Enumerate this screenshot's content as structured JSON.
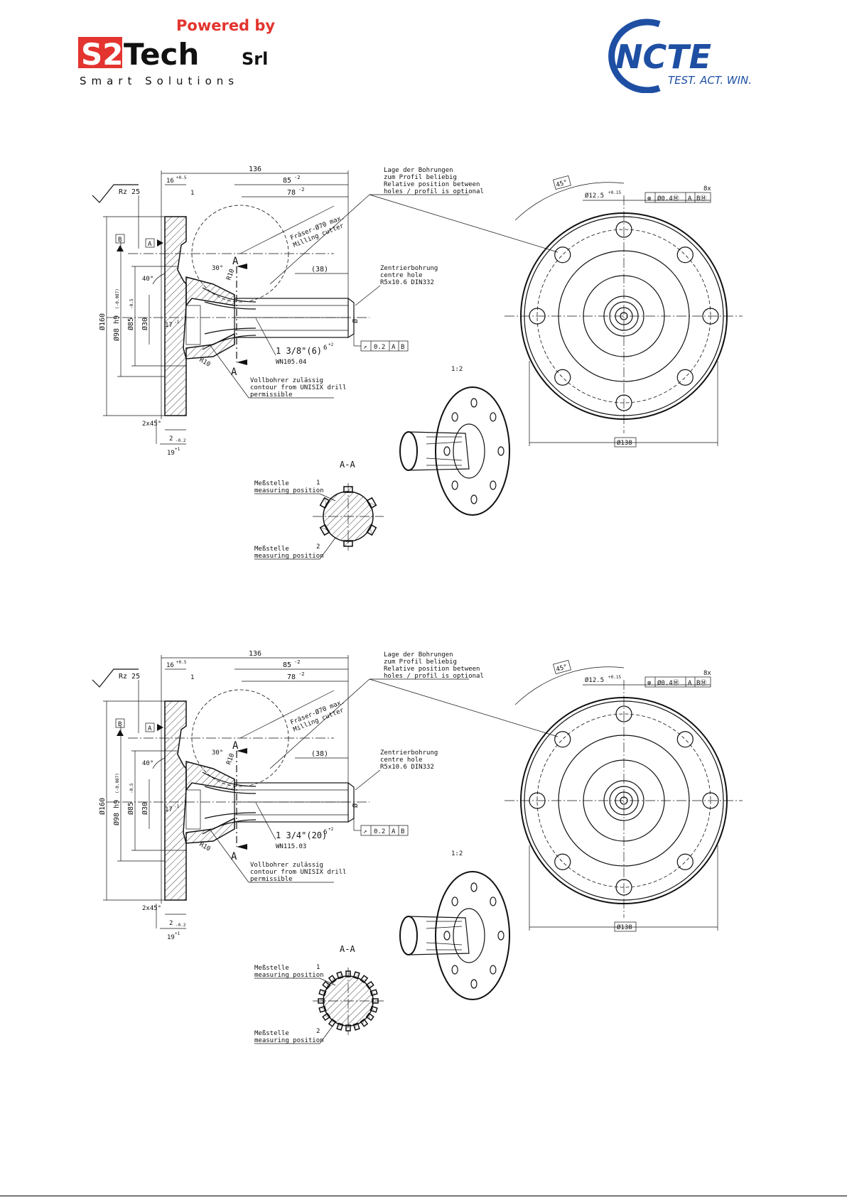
{
  "header": {
    "s2tech": {
      "powered_by": "Powered by",
      "brand_s2": "S2",
      "brand_tech": "Tech",
      "brand_srl": "Srl",
      "tagline": "Smart Solutions"
    },
    "ncte": {
      "brand": "NCTE",
      "slogan": "TEST. ACT. WIN."
    }
  },
  "drawings": [
    {
      "dims": {
        "overall": "136",
        "d85": "85",
        "d85_tol": "-2",
        "d78": "78",
        "d78_tol": "-2",
        "d38": "(38)",
        "d16": "16",
        "d16_tol": "+0.5",
        "d1": "1",
        "d6": "6",
        "d6_tol": "+2",
        "d2": "2",
        "d2_tol": "-0.2",
        "d19": "19",
        "d19_tol": "+1",
        "chamfer": "2x45°"
      },
      "diameters": {
        "d160": "Ø160",
        "d98": "Ø98 h9",
        "d98_tol": "(-0.087)",
        "d85": "Ø85",
        "d85_tol": "-0.5",
        "d30": "Ø30",
        "d17": "17",
        "d17_tol": "-1",
        "d138": "Ø138",
        "dend": "Ø",
        "hole": "Ø12.5",
        "hole_tol": "+0.15"
      },
      "angles": {
        "a40": "40°",
        "a30": "30°",
        "a45": "45°"
      },
      "radii": {
        "r10a": "R10",
        "r10b": "R10"
      },
      "roughness": "Rz 25",
      "datums": {
        "a": "A",
        "b": "B"
      },
      "section_mark": "A",
      "section_title": "A-A",
      "scale": "1:2",
      "hole_count": "8x",
      "profile": {
        "label": "1 3/8\"(6)",
        "std": "WN105.04"
      },
      "position_tol": {
        "symbol": "⊕",
        "value": "Ø0.4Ⓜ",
        "a": "A",
        "b": "BⓂ"
      },
      "runout_tol": {
        "symbol": "↗",
        "value": "0.2",
        "a": "A",
        "b": "B"
      },
      "notes": {
        "bore_1": "Lage der Bohrungen",
        "bore_2": "zum Profil beliebig",
        "bore_3": "Relative position between",
        "bore_4": "holes / profil is optional",
        "centre_1": "Zentrierbohrung",
        "centre_2": "centre hole",
        "centre_3": "R5x10.6 DIN332",
        "cutter_1": "Fräser-Ø70 max.",
        "cutter_2": "Milling cutter",
        "drill_1": "Vollbohrer zulässig",
        "drill_2": "contour from UNISIX drill",
        "drill_3": "permissible",
        "meas_1a": "Meßstelle",
        "meas_1b": "measuring position",
        "meas_1n": "1",
        "meas_2a": "Meßstelle",
        "meas_2b": "measuring position",
        "meas_2n": "2"
      }
    },
    {
      "dims": {
        "overall": "136",
        "d85": "85",
        "d85_tol": "-2",
        "d78": "78",
        "d78_tol": "-2",
        "d38": "(38)",
        "d16": "16",
        "d16_tol": "+0.5",
        "d1": "1",
        "d6": "6",
        "d6_tol": "+2",
        "d2": "2",
        "d2_tol": "-0.2",
        "d19": "19",
        "d19_tol": "+1",
        "chamfer": "2x45°"
      },
      "diameters": {
        "d160": "Ø160",
        "d98": "Ø98 h9",
        "d98_tol": "(-0.087)",
        "d85": "Ø85",
        "d85_tol": "-0.5",
        "d30": "Ø30",
        "d17": "17",
        "d17_tol": "-1",
        "d138": "Ø138",
        "dend": "Ø",
        "hole": "Ø12.5",
        "hole_tol": "+0.15"
      },
      "angles": {
        "a40": "40°",
        "a30": "30°",
        "a45": "45°"
      },
      "radii": {
        "r10a": "R10",
        "r10b": "R10"
      },
      "roughness": "Rz 25",
      "datums": {
        "a": "A",
        "b": "B"
      },
      "section_mark": "A",
      "section_title": "A-A",
      "scale": "1:2",
      "hole_count": "8x",
      "profile": {
        "label": "1 3/4\"(20)",
        "std": "WN115.03"
      },
      "position_tol": {
        "symbol": "⊕",
        "value": "Ø0.4Ⓜ",
        "a": "A",
        "b": "BⓂ"
      },
      "runout_tol": {
        "symbol": "↗",
        "value": "0.2",
        "a": "A",
        "b": "B"
      },
      "notes": {
        "bore_1": "Lage der Bohrungen",
        "bore_2": "zum Profil beliebig",
        "bore_3": "Relative position between",
        "bore_4": "holes / profil is optional",
        "centre_1": "Zentrierbohrung",
        "centre_2": "centre hole",
        "centre_3": "R5x10.6 DIN332",
        "cutter_1": "Fräser-Ø70 max.",
        "cutter_2": "Milling cutter",
        "drill_1": "Vollbohrer zulässig",
        "drill_2": "contour from UNISIX drill",
        "drill_3": "permissible",
        "meas_1a": "Meßstelle",
        "meas_1b": "measuring position",
        "meas_1n": "1",
        "meas_2a": "Meßstelle",
        "meas_2b": "measuring position",
        "meas_2n": "2"
      }
    }
  ]
}
